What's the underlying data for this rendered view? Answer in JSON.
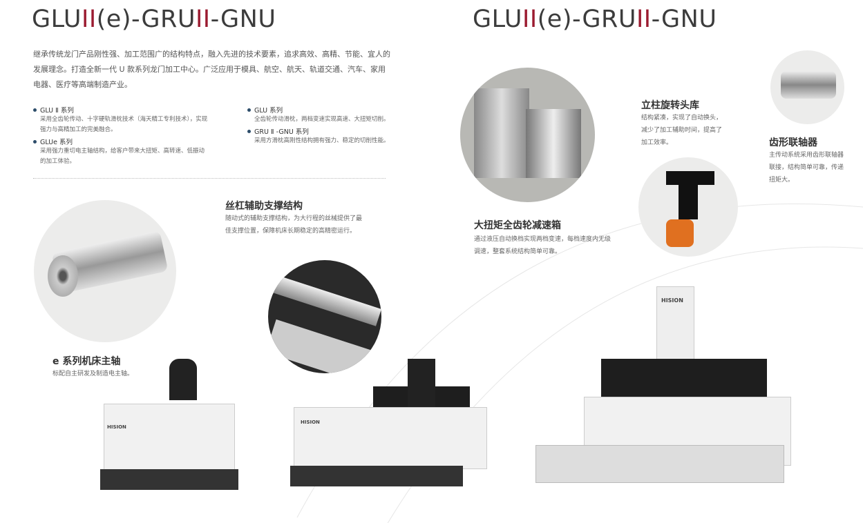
{
  "header": {
    "title_left": {
      "p1": "GLU",
      "p2": "II",
      "p3": "(e)-GRU",
      "p4": "II",
      "p5": "-GNU"
    },
    "title_right": {
      "p1": "GLU",
      "p2": "II",
      "p3": "(e)-GRU",
      "p4": "II",
      "p5": "-GNU"
    }
  },
  "intro": "继承传统龙门产品刚性强、加工范围广的结构特点，融入先进的技术要素，追求高效、高精、节能、宜人的发展理念。打造全新一代 U 款系列龙门加工中心。广泛应用于模具、航空、航天、轨道交通、汽车、家用电器、医疗等高端制造产业。",
  "series": [
    {
      "name": "GLU Ⅱ 系列",
      "desc": "采用全齿轮传动、十字硬轨滑枕技术（海天精工专利技术），实现强力与高精加工的完美融合。"
    },
    {
      "name": "GLUe 系列",
      "desc": "采用强力重切电主轴结构，给客户带来大扭矩、高转速、低振动的加工体验。"
    },
    {
      "name": "GLU 系列",
      "desc": "全齿轮传动滑枕，两档变速实现高速、大扭矩切削。"
    },
    {
      "name": "GRU Ⅱ -GNU 系列",
      "desc": "采用方滑枕高刚性结构拥有强力、稳定的切削性能。"
    }
  ],
  "features": {
    "spindle": {
      "title": "e 系列机床主轴",
      "desc": "标配自主研发及制造电主轴。"
    },
    "screw": {
      "title": "丝杠辅助支撑结构",
      "desc": "随动式的辅助支撑结构，为大行程的丝械提供了最佳支撑位置，保障机床长期稳定的高精密运行。"
    },
    "gearbox": {
      "title": "大扭矩全齿轮减速箱",
      "desc": "通过液压自动换档实现两档变速，每档速度内无级调速，整套系统结构简单可靠。"
    },
    "head": {
      "title": "立柱旋转头库",
      "desc": "结构紧凑，实现了自动换头，减少了加工辅助时间，提高了加工效率。"
    },
    "coupling": {
      "title": "齿形联轴器",
      "desc": "主传动系统采用齿形联轴器联接，结构简单可靠，传递扭矩大。"
    }
  },
  "brand": "HISION",
  "colors": {
    "accent": "#9b1b30",
    "text": "#3c3c3c",
    "bullet": "#2d4d6a"
  }
}
